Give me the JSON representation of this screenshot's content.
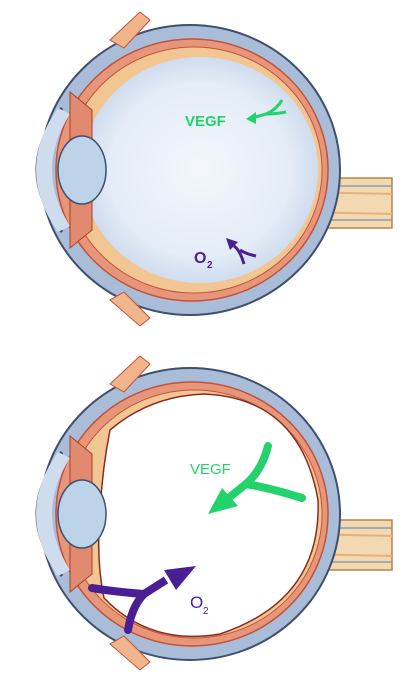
{
  "diagrams": [
    {
      "vegf_label": "VEGF",
      "o2_base": "O",
      "o2_sub": "2"
    },
    {
      "vegf_label": "VEGF",
      "o2_base": "O",
      "o2_sub": "2"
    }
  ],
  "colors": {
    "background": "#ffffff",
    "sclera": "#a9bdd8",
    "sclera_outline": "#3f4f6c",
    "choroid": "#e8967a",
    "choroid_dark": "#c0533c",
    "retina": "#f1c693",
    "vitreous_top": "#dce8f5",
    "vitreous_bottom": "#ffffff",
    "lens": "#bcd3ea",
    "optic_nerve": "#f3d9b2",
    "vegf": "#22d36b",
    "oxygen": "#4a1f93"
  }
}
